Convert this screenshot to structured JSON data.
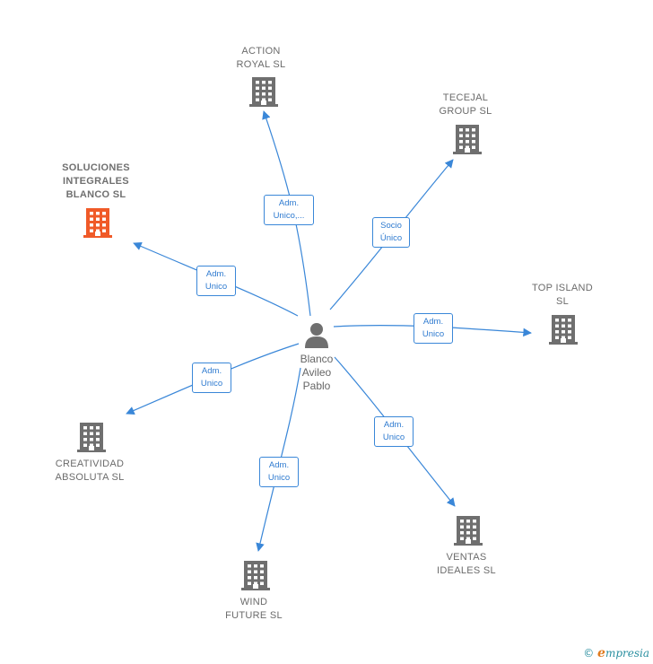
{
  "center": {
    "name": "Blanco\nAvileo\nPablo",
    "icon": "person-icon"
  },
  "companies": [
    {
      "id": "action-royal",
      "name": "ACTION\nROYAL  SL",
      "role": "Adm.\nUnico,...",
      "highlight": false
    },
    {
      "id": "tecejal",
      "name": "TECEJAL\nGROUP SL",
      "role": "Socio\nÚnico",
      "highlight": false
    },
    {
      "id": "soluciones",
      "name": "SOLUCIONES\nINTEGRALES\nBLANCO  SL",
      "role": "Adm.\nUnico",
      "highlight": true
    },
    {
      "id": "top-island",
      "name": "TOP ISLAND\nSL",
      "role": "Adm.\nUnico",
      "highlight": false
    },
    {
      "id": "creatividad",
      "name": "CREATIVIDAD\nABSOLUTA  SL",
      "role": "Adm.\nUnico",
      "highlight": false
    },
    {
      "id": "ventas",
      "name": "VENTAS\nIDEALES  SL",
      "role": "Adm.\nUnico",
      "highlight": false
    },
    {
      "id": "wind",
      "name": "WIND\nFUTURE  SL",
      "role": "Adm.\nUnico",
      "highlight": false
    }
  ],
  "colors": {
    "edge": "#3a87d8",
    "building": "#6f6f6f",
    "building_highlight": "#f05a28",
    "person": "#6f6f6f"
  },
  "footer": {
    "copyright": "©",
    "brand_initial": "e",
    "brand_rest": "mpresia"
  }
}
